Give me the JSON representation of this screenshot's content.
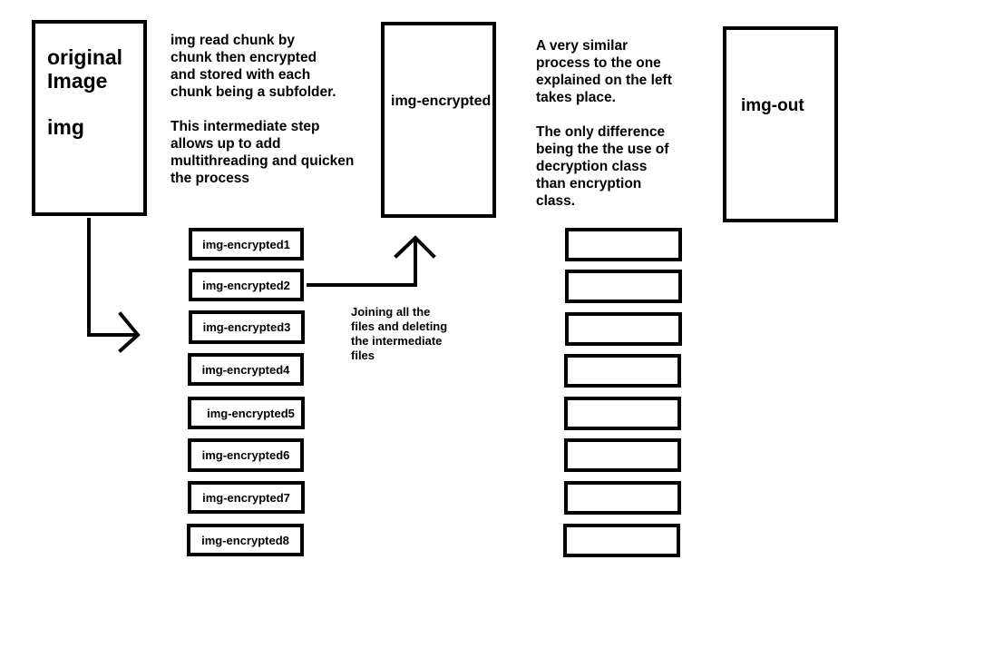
{
  "original_box": {
    "line1": "original",
    "line2": "Image",
    "line3": "img"
  },
  "left_note": "img read chunk by\nchunk then encrypted\nand stored with each\nchunk being a subfolder.\n\nThis intermediate step\nallows up to add\nmultithreading and quicken\nthe process",
  "encrypted_box": {
    "label": "img-encrypted"
  },
  "right_note": "A very similar\nprocess to the one\nexplained on the left\ntakes place.\n\nThe only difference\nbeing the the use of\ndecryption class\nthan encryption\nclass.",
  "out_box": {
    "label": "img-out"
  },
  "join_note": "Joining all the\nfiles and deleting\nthe intermediate\nfiles",
  "chunks": [
    "img-encrypted1",
    "img-encrypted2",
    "img-encrypted3",
    "img-encrypted4",
    "img-encrypted5",
    "img-encrypted6",
    "img-encrypted7",
    "img-encrypted8"
  ],
  "empty_chunks_count_label": ""
}
